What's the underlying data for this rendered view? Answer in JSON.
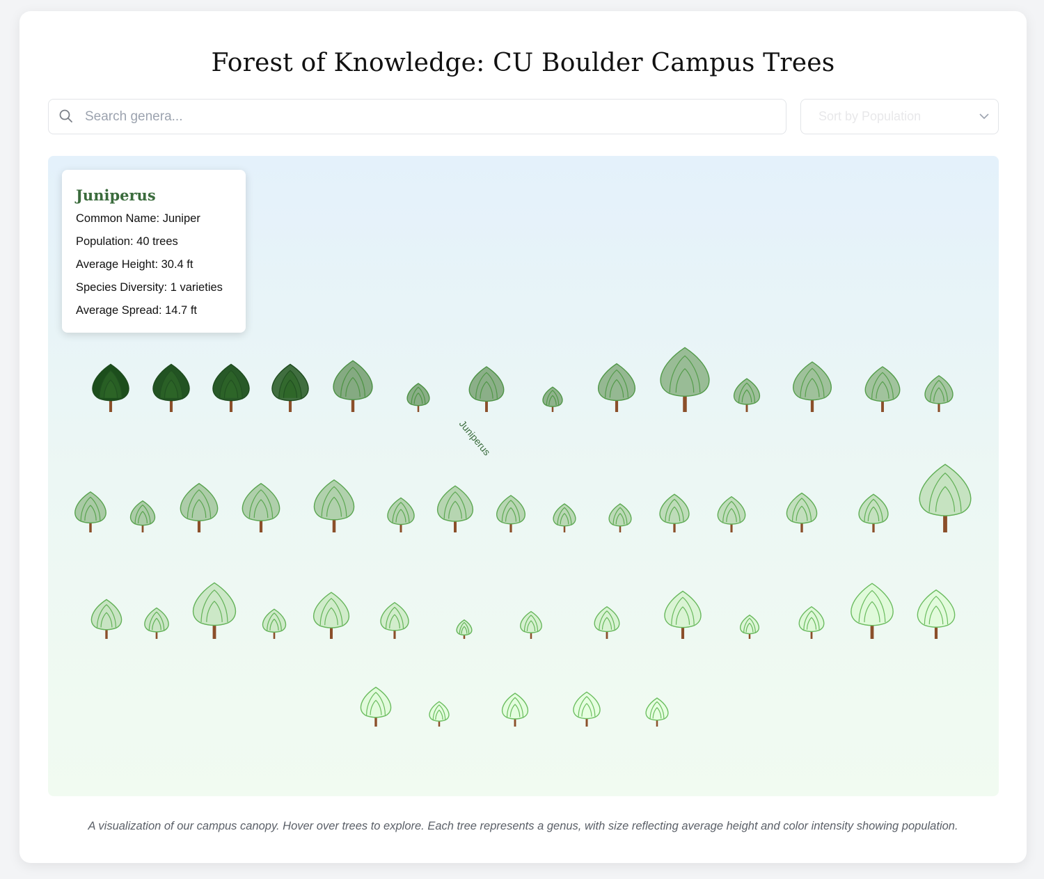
{
  "header": {
    "title": "Forest of Knowledge: CU Boulder Campus Trees"
  },
  "search": {
    "placeholder": "Search genera..."
  },
  "sort": {
    "selected": "Sort by Population"
  },
  "tooltip": {
    "genus": "Juniperus",
    "common_name": "Common Name: Juniper",
    "population": "Population: 40 trees",
    "height": "Average Height: 30.4 ft",
    "diversity": "Species Diversity: 1 varieties",
    "spread": "Average Spread: 14.7 ft"
  },
  "hover_label": "Juniperus",
  "caption": "A visualization of our campus canopy. Hover over trees to explore. Each tree represents a genus, with size reflecting average height and color intensity showing population.",
  "colors": {
    "trunk": "#8b4f2a",
    "label": "#3a6b3c",
    "accent": "#3a6b3c"
  },
  "trees": [
    {
      "row": 1,
      "size": 0.82,
      "shade": 1.0
    },
    {
      "row": 1,
      "size": 0.82,
      "shade": 0.97
    },
    {
      "row": 1,
      "size": 0.82,
      "shade": 0.94
    },
    {
      "row": 1,
      "size": 0.82,
      "shade": 0.82
    },
    {
      "row": 1,
      "size": 0.88,
      "shade": 0.48
    },
    {
      "row": 1,
      "size": 0.5,
      "shade": 0.46
    },
    {
      "row": 1,
      "size": 0.78,
      "shade": 0.45
    },
    {
      "row": 1,
      "size": 0.44,
      "shade": 0.43
    },
    {
      "row": 1,
      "size": 0.83,
      "shade": 0.4
    },
    {
      "row": 1,
      "size": 1.1,
      "shade": 0.38
    },
    {
      "row": 1,
      "size": 0.58,
      "shade": 0.36
    },
    {
      "row": 1,
      "size": 0.86,
      "shade": 0.35
    },
    {
      "row": 1,
      "size": 0.78,
      "shade": 0.34
    },
    {
      "row": 1,
      "size": 0.63,
      "shade": 0.32
    },
    {
      "row": 2,
      "size": 0.7,
      "shade": 0.3
    },
    {
      "row": 2,
      "size": 0.55,
      "shade": 0.29
    },
    {
      "row": 2,
      "size": 0.84,
      "shade": 0.28
    },
    {
      "row": 2,
      "size": 0.84,
      "shade": 0.27
    },
    {
      "row": 2,
      "size": 0.9,
      "shade": 0.26
    },
    {
      "row": 2,
      "size": 0.6,
      "shade": 0.25
    },
    {
      "row": 2,
      "size": 0.8,
      "shade": 0.24
    },
    {
      "row": 2,
      "size": 0.64,
      "shade": 0.23
    },
    {
      "row": 2,
      "size": 0.5,
      "shade": 0.22
    },
    {
      "row": 2,
      "size": 0.5,
      "shade": 0.21
    },
    {
      "row": 2,
      "size": 0.66,
      "shade": 0.2
    },
    {
      "row": 2,
      "size": 0.62,
      "shade": 0.19
    },
    {
      "row": 2,
      "size": 0.68,
      "shade": 0.18
    },
    {
      "row": 2,
      "size": 0.66,
      "shade": 0.17
    },
    {
      "row": 2,
      "size": 1.16,
      "shade": 0.16
    },
    {
      "row": 3,
      "size": 0.68,
      "shade": 0.15
    },
    {
      "row": 3,
      "size": 0.54,
      "shade": 0.14
    },
    {
      "row": 3,
      "size": 0.96,
      "shade": 0.13
    },
    {
      "row": 3,
      "size": 0.52,
      "shade": 0.12
    },
    {
      "row": 3,
      "size": 0.8,
      "shade": 0.11
    },
    {
      "row": 3,
      "size": 0.63,
      "shade": 0.1
    },
    {
      "row": 3,
      "size": 0.34,
      "shade": 0.09
    },
    {
      "row": 3,
      "size": 0.48,
      "shade": 0.08
    },
    {
      "row": 3,
      "size": 0.56,
      "shade": 0.07
    },
    {
      "row": 3,
      "size": 0.82,
      "shade": 0.06
    },
    {
      "row": 3,
      "size": 0.42,
      "shade": 0.05
    },
    {
      "row": 3,
      "size": 0.56,
      "shade": 0.04
    },
    {
      "row": 3,
      "size": 0.95,
      "shade": 0.03
    },
    {
      "row": 3,
      "size": 0.84,
      "shade": 0.02
    },
    {
      "row": 4,
      "size": 0.68,
      "shade": 0.02
    },
    {
      "row": 4,
      "size": 0.44,
      "shade": 0.01
    },
    {
      "row": 4,
      "size": 0.58,
      "shade": 0.01
    },
    {
      "row": 4,
      "size": 0.6,
      "shade": 0.0
    },
    {
      "row": 4,
      "size": 0.5,
      "shade": 0.0
    }
  ]
}
